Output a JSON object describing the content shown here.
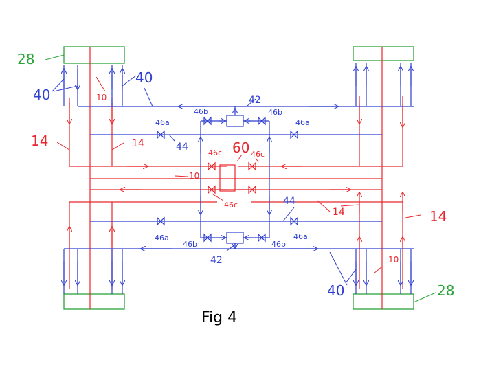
{
  "figure": {
    "caption": "Fig 4"
  },
  "colors": {
    "red": "#e8262b",
    "blue": "#2f3fd0",
    "green": "#2aa33a"
  },
  "labels": {
    "l28a": "28",
    "l28b": "28",
    "l40a": "40",
    "l40b": "40",
    "l40c": "40",
    "l10a": "10",
    "l10b": "10",
    "l10c": "10",
    "l14a": "14",
    "l14b": "14",
    "l14c": "14",
    "l14d": "14",
    "l42a": "42",
    "l42b": "42",
    "l60": "60",
    "l44a": "44",
    "l44b": "44",
    "l46a1": "46a",
    "l46a2": "46a",
    "l46a3": "46a",
    "l46a4": "46a",
    "l46b1": "46b",
    "l46b2": "46b",
    "l46b3": "46b",
    "l46b4": "46b",
    "l46c1": "46c",
    "l46c2": "46c",
    "l46c3": "46c"
  }
}
